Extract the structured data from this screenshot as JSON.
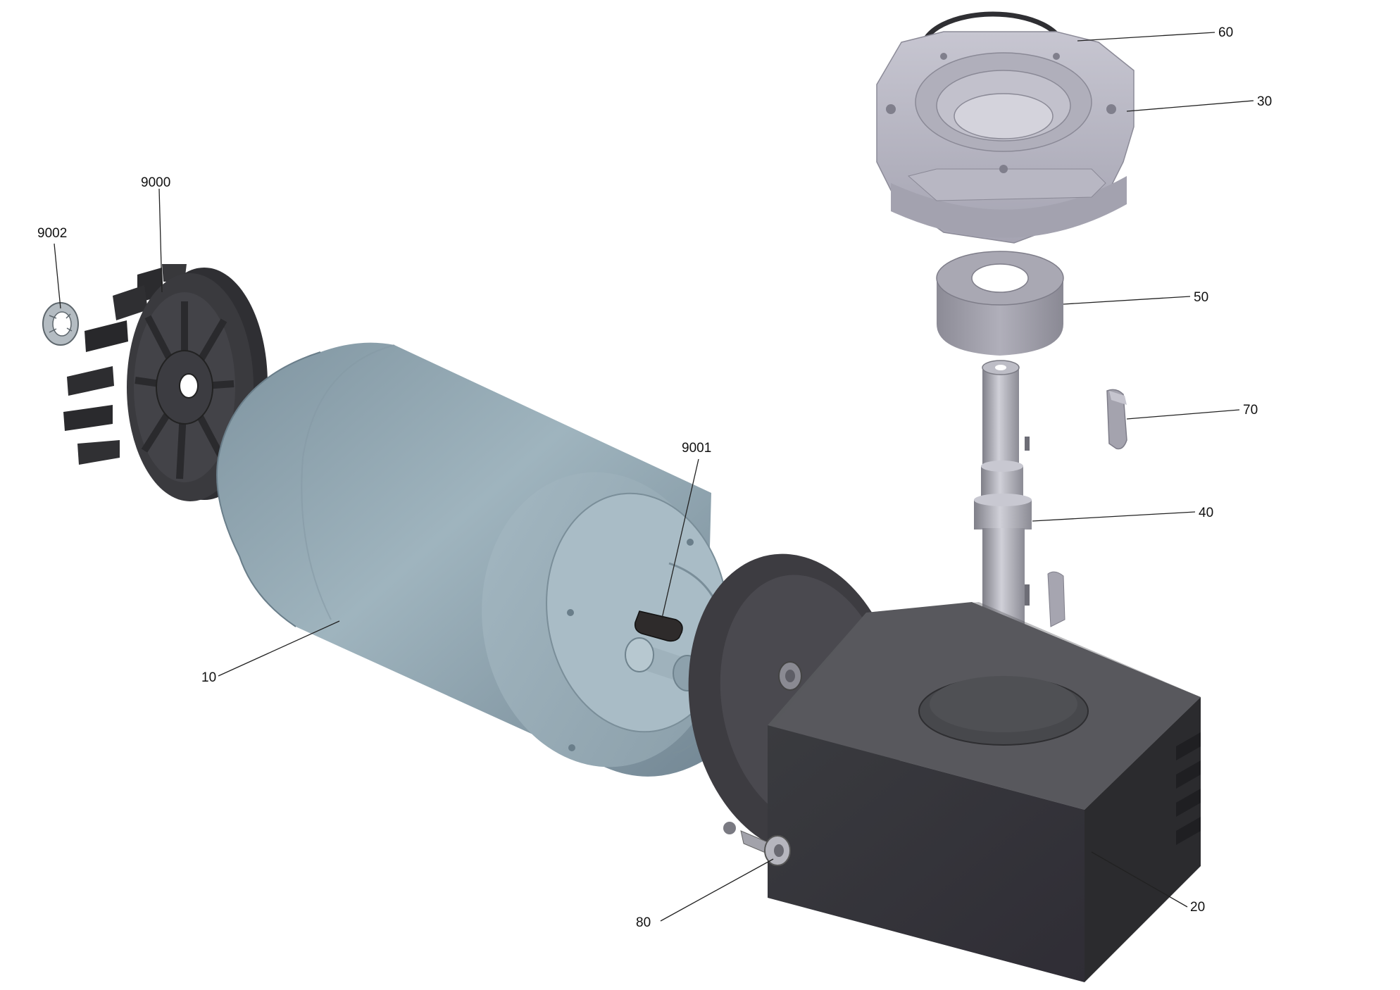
{
  "callouts": {
    "fan": "9000",
    "fan_clip": "9002",
    "motor": "10",
    "motor_key": "9001",
    "circlip": "60",
    "flange": "30",
    "spacer": "50",
    "shaft_key": "70",
    "shaft": "40",
    "screw": "80",
    "gearbox": "20"
  },
  "colors": {
    "motor_body": "#8ea4b0",
    "dark_part": "#3a3b3e",
    "flange_grey": "#b9b8c4",
    "shaft_grey": "#aaaab2",
    "line": "#222222"
  }
}
